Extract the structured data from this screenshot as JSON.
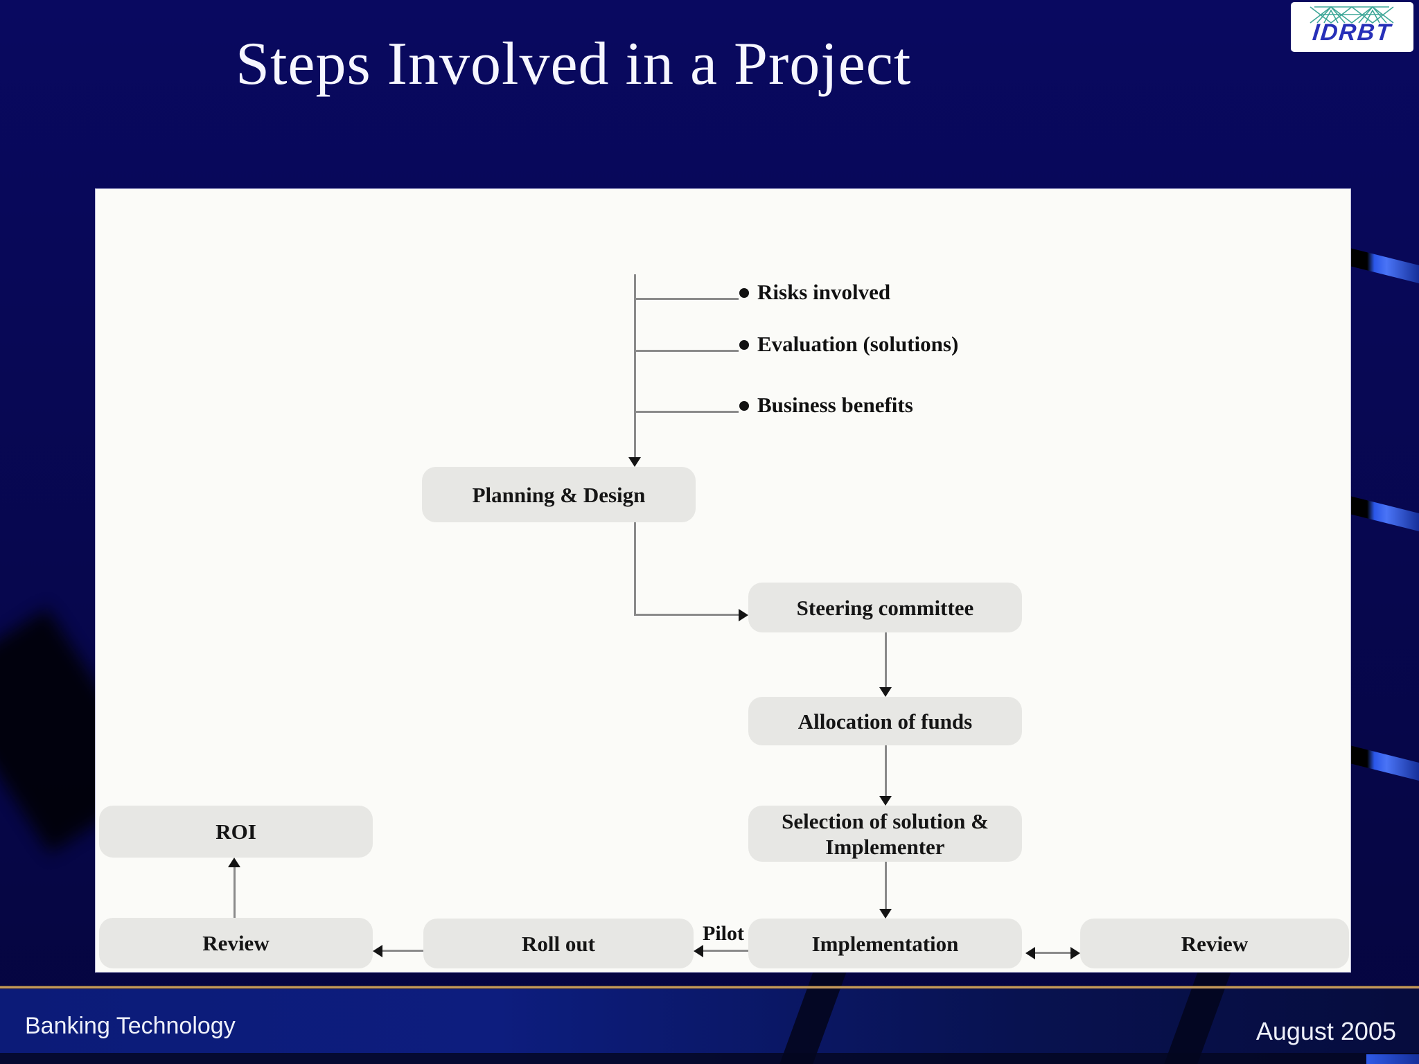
{
  "slide": {
    "title": "Steps Involved in a Project",
    "footer_left": "Banking Technology",
    "footer_right": "August 2005"
  },
  "logo": {
    "text": "IDRBT"
  },
  "colors": {
    "bg-navy": "#07074e",
    "bg-navy-hi": "#090960",
    "panel-bg": "#fbfbf8",
    "node-bg": "#e7e7e4",
    "line-gray": "#8a8a8a",
    "arrow-black": "#141414",
    "gold": "#c49a5e",
    "streak-blue": "#2a56e8",
    "logo-teal": "#35a393",
    "logo-blue": "#2730b8",
    "text-dark": "#151515",
    "text-light": "#f6f6ff"
  },
  "diagram": {
    "bullets": [
      {
        "label": "Risks involved"
      },
      {
        "label": "Evaluation (solutions)"
      },
      {
        "label": "Business benefits"
      }
    ],
    "nodes": {
      "planning": "Planning & Design",
      "steering": "Steering committee",
      "allocation": "Allocation of funds",
      "selection_line1": "Selection of solution &",
      "selection_line2": "Implementer",
      "implementation": "Implementation",
      "rollout": "Roll out",
      "review_left": "Review",
      "review_right": "Review",
      "roi": "ROI"
    },
    "labels": {
      "pilot": "Pilot"
    },
    "edges": [
      {
        "from": "Risks involved / Evaluation (solutions) / Business benefits",
        "to": "Planning & Design",
        "type": "arrow-down"
      },
      {
        "from": "Planning & Design",
        "to": "Steering committee",
        "type": "arrow-right"
      },
      {
        "from": "Steering committee",
        "to": "Allocation of funds",
        "type": "arrow-down"
      },
      {
        "from": "Allocation of funds",
        "to": "Selection of solution & Implementer",
        "type": "arrow-down"
      },
      {
        "from": "Selection of solution & Implementer",
        "to": "Implementation",
        "type": "arrow-down"
      },
      {
        "from": "Implementation",
        "to": "Roll out",
        "type": "arrow-left",
        "label": "Pilot"
      },
      {
        "from": "Implementation",
        "to": "Review",
        "type": "arrow-both"
      },
      {
        "from": "Roll out",
        "to": "Review",
        "type": "arrow-left"
      },
      {
        "from": "Review",
        "to": "ROI",
        "type": "arrow-up"
      }
    ]
  }
}
